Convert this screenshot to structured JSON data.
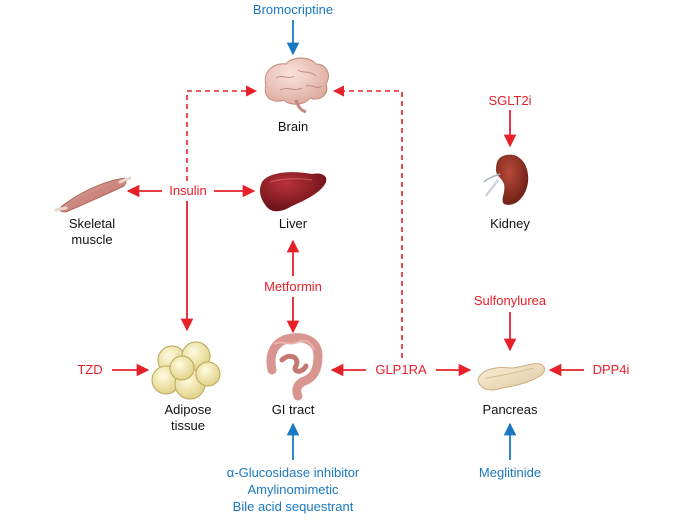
{
  "organs": {
    "brain": "Brain",
    "liver": "Liver",
    "kidney": "Kidney",
    "skeletal_muscle": [
      "Skeletal",
      "muscle"
    ],
    "adipose": [
      "Adipose",
      "tissue"
    ],
    "gi_tract": "GI tract",
    "pancreas": "Pancreas"
  },
  "drugs": {
    "bromocriptine": "Bromocriptine",
    "sglt2i": "SGLT2i",
    "insulin": "Insulin",
    "metformin": "Metformin",
    "sulfonylurea": "Sulfonylurea",
    "tzd": "TZD",
    "glp1ra": "GLP1RA",
    "dpp4i": "DPP4i",
    "meglitinide": "Meglitinide",
    "gi_agents": [
      "α-Glucosidase inhibitor",
      "Amylinomimetic",
      "Bile acid sequestrant"
    ]
  },
  "colors": {
    "red": "#e8202a",
    "blue": "#1a78c2"
  },
  "icons": [
    "brain-icon",
    "liver-icon",
    "kidney-icon",
    "muscle-icon",
    "adipose-icon",
    "intestine-icon",
    "pancreas-icon"
  ]
}
